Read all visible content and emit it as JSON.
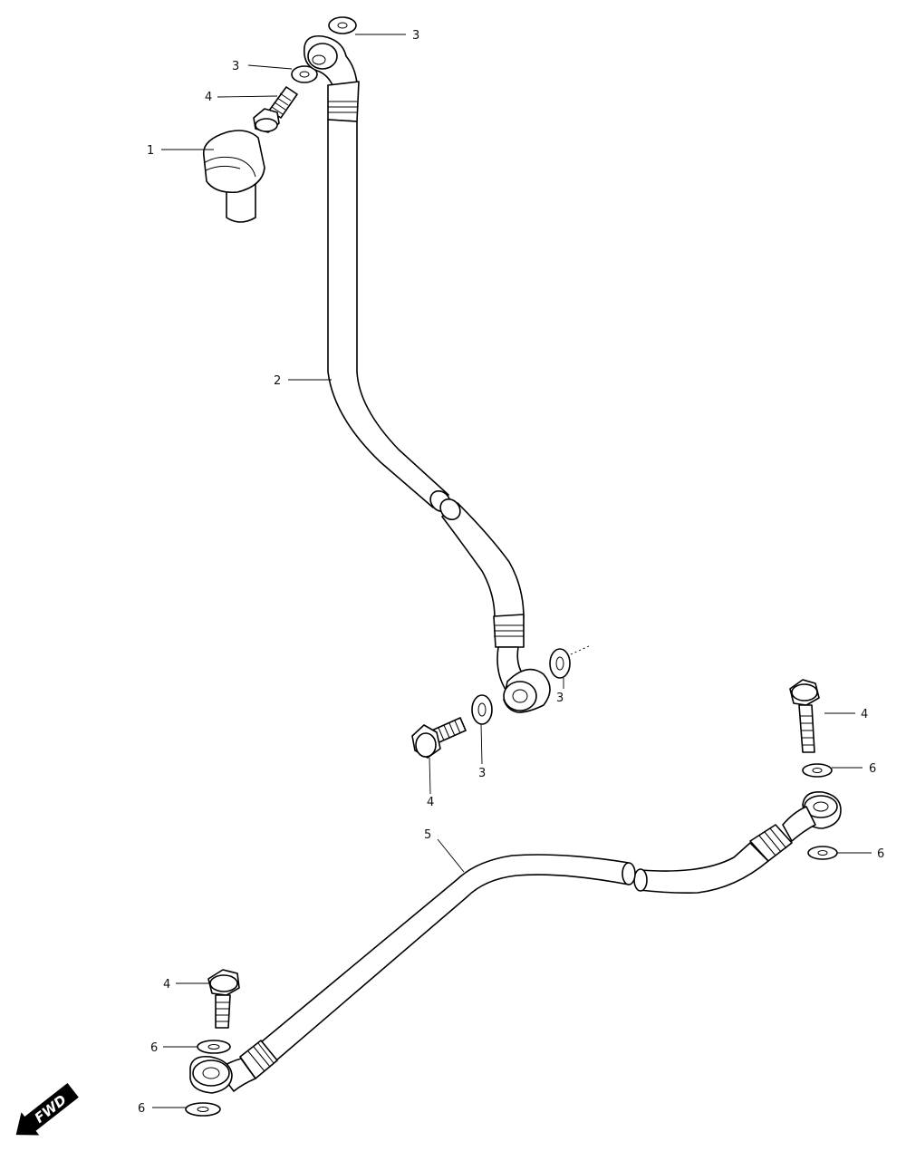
{
  "callouts": {
    "washer_top_right": "3",
    "washer_top_left": "3",
    "bolt_top": "4",
    "cap": "1",
    "hose_upper": "2",
    "washer_mid_right": "3",
    "washer_mid_left": "3",
    "bolt_mid": "4",
    "bolt_right": "4",
    "washer_right_upper": "6",
    "washer_right_lower": "6",
    "hose_lower": "5",
    "bolt_left": "4",
    "washer_left_upper": "6",
    "washer_left_lower": "6"
  },
  "direction": {
    "label": "FWD"
  },
  "colors": {
    "line": "#000000",
    "background": "#ffffff"
  }
}
